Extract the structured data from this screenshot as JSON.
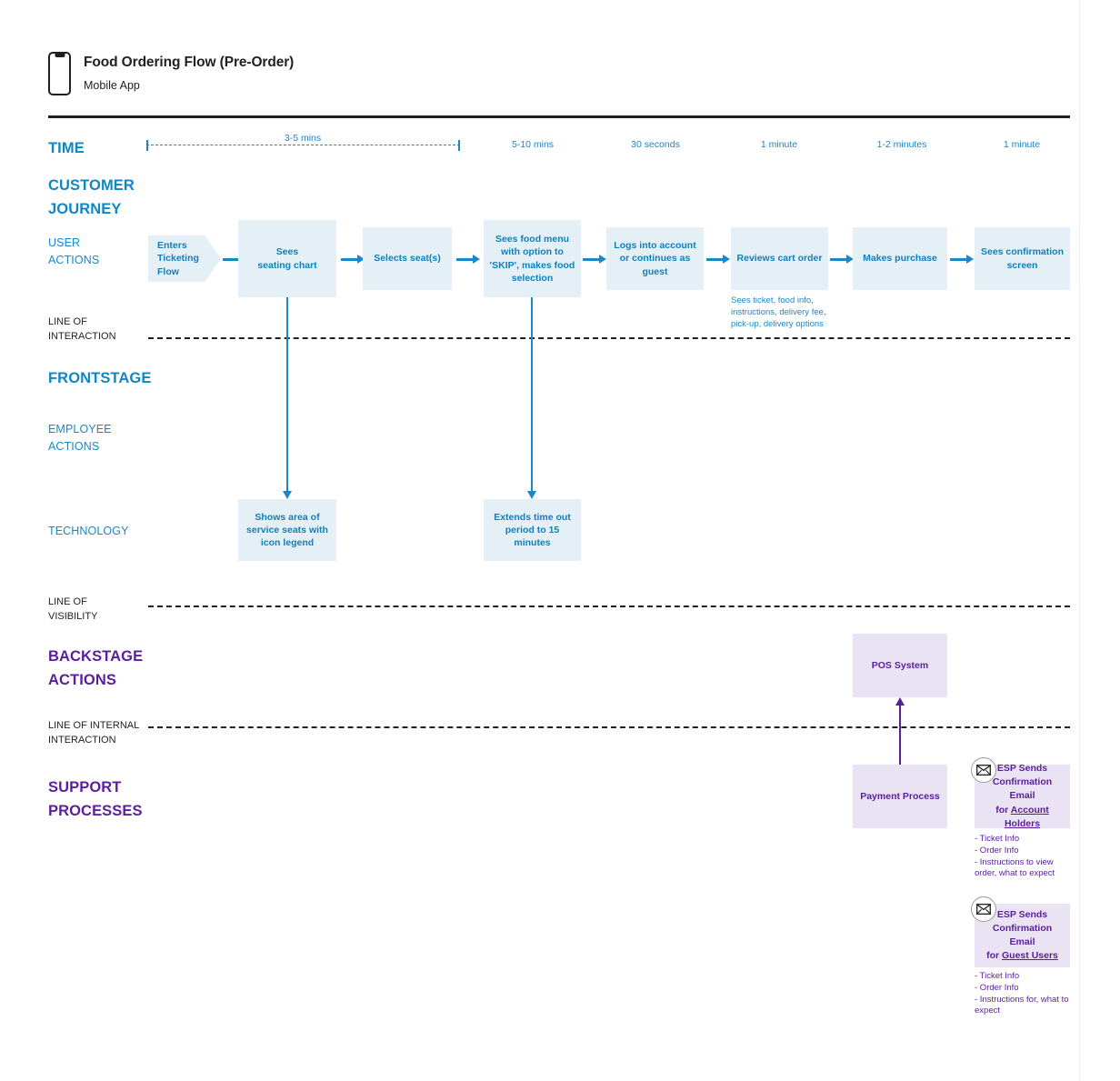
{
  "header": {
    "title": "Food Ordering Flow (Pre-Order)",
    "subtitle": "Mobile App",
    "icon": "mobile-phone-icon"
  },
  "row_labels": {
    "time": "TIME",
    "customer_journey": "CUSTOMER\nJOURNEY",
    "user_actions": "USER\nACTIONS",
    "line_of_interaction": "LINE OF\nINTERACTION",
    "frontstage": "FRONTSTAGE",
    "employee_actions": "EMPLOYEE\nACTIONS",
    "technology": "TECHNOLOGY",
    "line_of_visibility": "LINE OF\nVISIBILITY",
    "backstage_actions": "BACKSTAGE\nACTIONS",
    "line_of_internal_interaction": "LINE OF INTERNAL\nINTERACTION",
    "support_processes": "SUPPORT\nPROCESSES"
  },
  "time_row": {
    "bracket_label": "3-5 mins",
    "entries": [
      {
        "label": "5-10 mins"
      },
      {
        "label": "30 seconds"
      },
      {
        "label": "1 minute"
      },
      {
        "label": "1-2 minutes"
      },
      {
        "label": "1 minute"
      }
    ]
  },
  "user_actions": {
    "start": "Enters\nTicketing\nFlow",
    "steps": [
      {
        "label": "Sees\nseating chart"
      },
      {
        "label": "Selects seat(s)"
      },
      {
        "label": "Sees food menu\nwith option to\n'SKIP', makes food\nselection"
      },
      {
        "label": "Logs into account\nor continues as\nguest"
      },
      {
        "label": "Reviews cart order"
      },
      {
        "label": "Makes purchase"
      },
      {
        "label": "Sees confirmation\nscreen"
      }
    ],
    "cart_note": "Sees ticket, food info,\ninstructions, delivery fee,\npick-up, delivery options"
  },
  "technology": {
    "items": [
      {
        "label": "Shows area of\nservice seats with\nicon legend"
      },
      {
        "label": "Extends time out\nperiod to 15 minutes"
      }
    ]
  },
  "backstage": {
    "items": [
      {
        "label": "POS System"
      }
    ]
  },
  "support": {
    "payment": {
      "label": "Payment Process"
    },
    "emails": [
      {
        "line1": "ESP Sends",
        "line2": "Confirmation Email",
        "line3_prefix": "for ",
        "line3_underline": "Account Holders",
        "icon": "envelope-icon",
        "notes": "- Ticket Info\n- Order Info\n- Instructions to view\norder, what to expect"
      },
      {
        "line1": "ESP Sends",
        "line2": "Confirmation Email",
        "line3_prefix": "for ",
        "line3_underline": "Guest Users",
        "icon": "envelope-icon",
        "notes": "- Ticket Info\n- Order Info\n- Instructions for, what to\nexpect"
      }
    ]
  },
  "colors": {
    "blue_accent": "#1a87c8",
    "blue_box_fill": "#e5f0f6",
    "blue_text": "#0f7fbd",
    "purple_accent": "#5b1e9e",
    "purple_box_fill": "#eae3f3",
    "ink": "#231f20"
  }
}
